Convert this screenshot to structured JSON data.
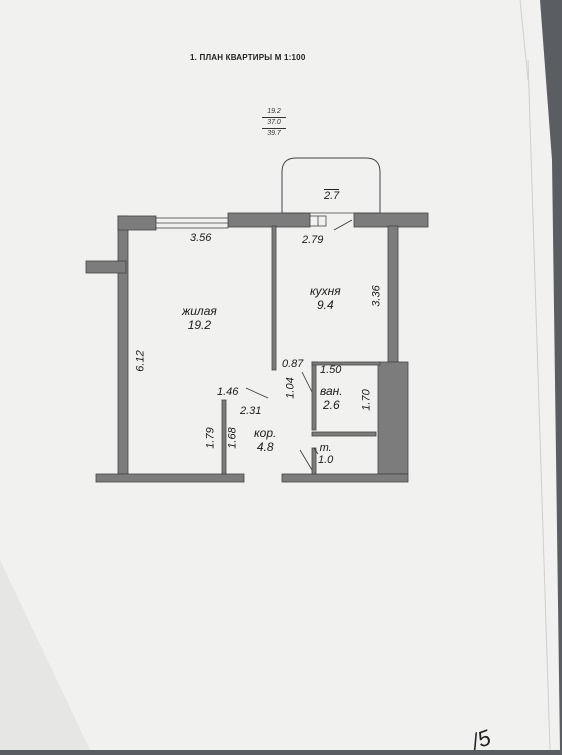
{
  "document": {
    "title": "1. ПЛАН КВАРТИРЫ М  1:100",
    "area_summary": {
      "living": "19.2",
      "total": "37.0",
      "with_balcony": "39.7"
    }
  },
  "rooms": {
    "living": {
      "name": "жилая",
      "area": "19.2"
    },
    "kitchen": {
      "name": "кухня",
      "area": "9.4"
    },
    "bathroom": {
      "name": "ван.",
      "area": "2.6"
    },
    "corridor": {
      "name": "кор.",
      "area": "4.8"
    },
    "toilet": {
      "name": "т.",
      "area": "1.0"
    }
  },
  "dimensions": {
    "balcony_area": "2.7",
    "living_width": "3.56",
    "kitchen_width": "2.79",
    "kitchen_depth": "3.36",
    "living_depth": "6.12",
    "wall_seg_a": "0.87",
    "wall_seg_b": "1.04",
    "bath_width": "1.50",
    "bath_depth": "1.70",
    "corridor_a": "1.46",
    "corridor_b": "2.31",
    "corridor_c": "1.79",
    "corridor_d": "1.68"
  },
  "marks": {
    "corner": "/5"
  }
}
